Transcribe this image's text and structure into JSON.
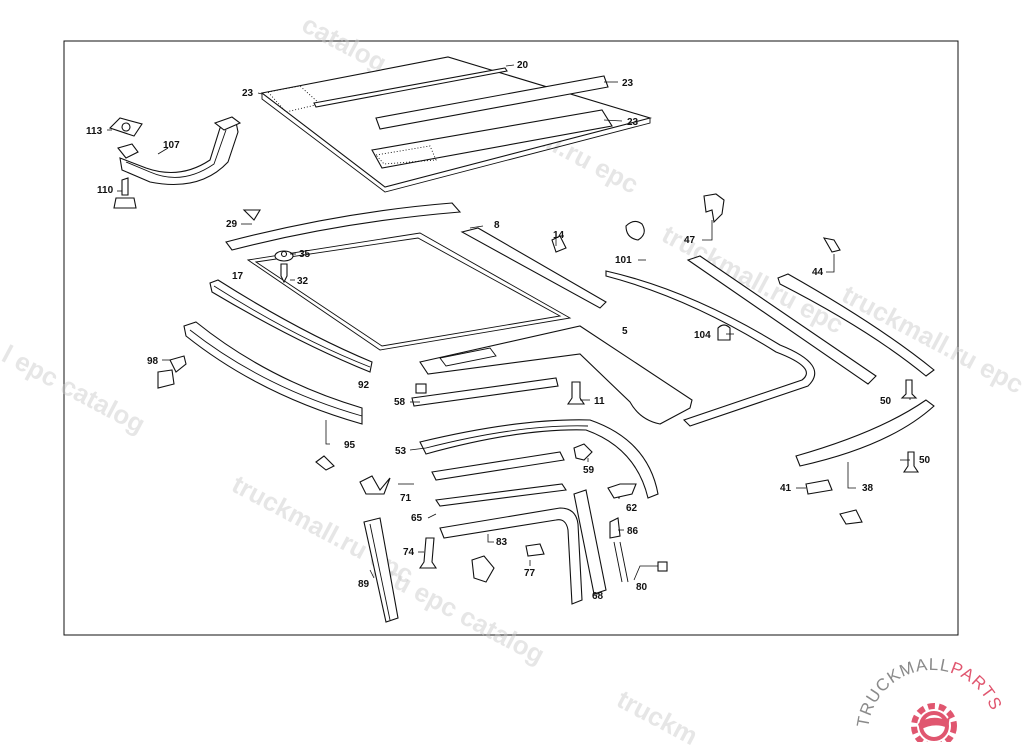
{
  "diagram": {
    "callouts": [
      {
        "id": "c20",
        "text": "20"
      },
      {
        "id": "c23a",
        "text": "23"
      },
      {
        "id": "c23b",
        "text": "23"
      },
      {
        "id": "c23c",
        "text": "23"
      },
      {
        "id": "c113",
        "text": "113"
      },
      {
        "id": "c107",
        "text": "107"
      },
      {
        "id": "c110",
        "text": "110"
      },
      {
        "id": "c29",
        "text": "29"
      },
      {
        "id": "c8",
        "text": "8"
      },
      {
        "id": "c14",
        "text": "14"
      },
      {
        "id": "c35",
        "text": "35"
      },
      {
        "id": "c17",
        "text": "17"
      },
      {
        "id": "c32",
        "text": "32"
      },
      {
        "id": "c101",
        "text": "101"
      },
      {
        "id": "c47",
        "text": "47"
      },
      {
        "id": "c44",
        "text": "44"
      },
      {
        "id": "c5",
        "text": "5"
      },
      {
        "id": "c104",
        "text": "104"
      },
      {
        "id": "c98",
        "text": "98"
      },
      {
        "id": "c92",
        "text": "92"
      },
      {
        "id": "c58",
        "text": "58"
      },
      {
        "id": "c11",
        "text": "11"
      },
      {
        "id": "c50a",
        "text": "50"
      },
      {
        "id": "c95",
        "text": "95"
      },
      {
        "id": "c53",
        "text": "53"
      },
      {
        "id": "c59",
        "text": "59"
      },
      {
        "id": "c50b",
        "text": "50"
      },
      {
        "id": "c71",
        "text": "71"
      },
      {
        "id": "c41",
        "text": "41"
      },
      {
        "id": "c38",
        "text": "38"
      },
      {
        "id": "c62",
        "text": "62"
      },
      {
        "id": "c65",
        "text": "65"
      },
      {
        "id": "c86",
        "text": "86"
      },
      {
        "id": "c74",
        "text": "74"
      },
      {
        "id": "c83",
        "text": "83"
      },
      {
        "id": "c77",
        "text": "77"
      },
      {
        "id": "c89",
        "text": "89"
      },
      {
        "id": "c68",
        "text": "68"
      },
      {
        "id": "c80",
        "text": "80"
      }
    ]
  },
  "watermarks": [
    "catalog",
    "truckmall.ru epc",
    "truckmall.ru epc",
    "l epc catalog",
    "truckmall.ru epc",
    "truckmall.ru epc",
    "l.ru epc catalog",
    "truckm"
  ],
  "logo": {
    "part_a": "TRUCKMALL",
    "part_b": "PARTS"
  }
}
